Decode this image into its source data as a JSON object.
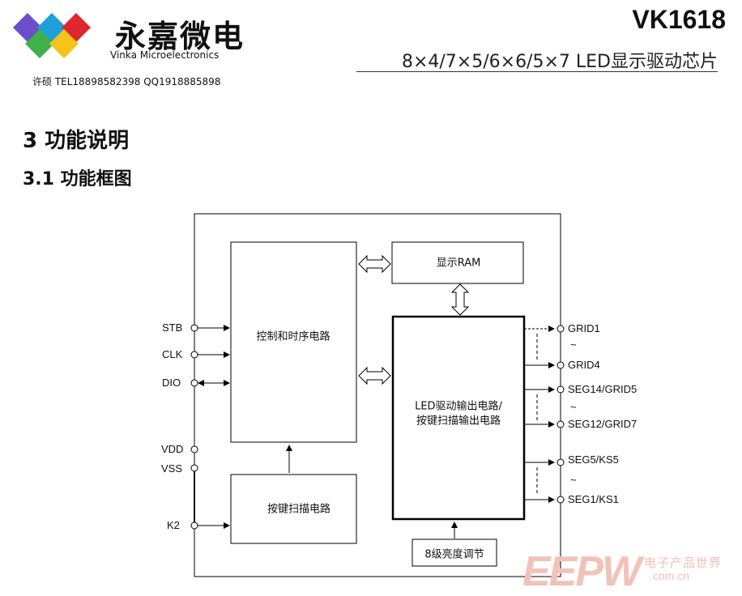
{
  "header": {
    "brand_cn": "永嘉微电",
    "brand_en": "Vinka Microelectronics",
    "chip_name": "VK1618",
    "chip_desc": "8×4/7×5/6×6/5×7  LED显示驱动芯片",
    "contact": "许硕 TEL18898582398    QQ1918885898",
    "logo_colors": [
      "#6a4fc8",
      "#1fa0d8",
      "#3fb04a",
      "#e0262e",
      "#f5c31a"
    ]
  },
  "section": {
    "h1": "3   功能说明",
    "h2": "3.1  功能框图"
  },
  "diagram": {
    "blocks": {
      "control": "控制和时序电路",
      "ram": "显示RAM",
      "driver_line1": "LED驱动输出电路/",
      "driver_line2": "按键扫描输出电路",
      "keyscan": "按键扫描电路",
      "brightness": "8级亮度调节"
    },
    "pins_left": {
      "stb": "STB",
      "clk": "CLK",
      "dio": "DIO",
      "vdd": "VDD",
      "vss": "VSS",
      "k2": "K2"
    },
    "pins_right": {
      "grid1": "GRID1",
      "grid4": "GRID4",
      "seg14": "SEG14/GRID5",
      "seg12": "SEG12/GRID7",
      "seg5": "SEG5/KS5",
      "seg1": "SEG1/KS1",
      "tilde": "~"
    }
  },
  "watermark": {
    "logo": "EEPW",
    "cn": "电子产品世界",
    "url": ".com.cn"
  }
}
